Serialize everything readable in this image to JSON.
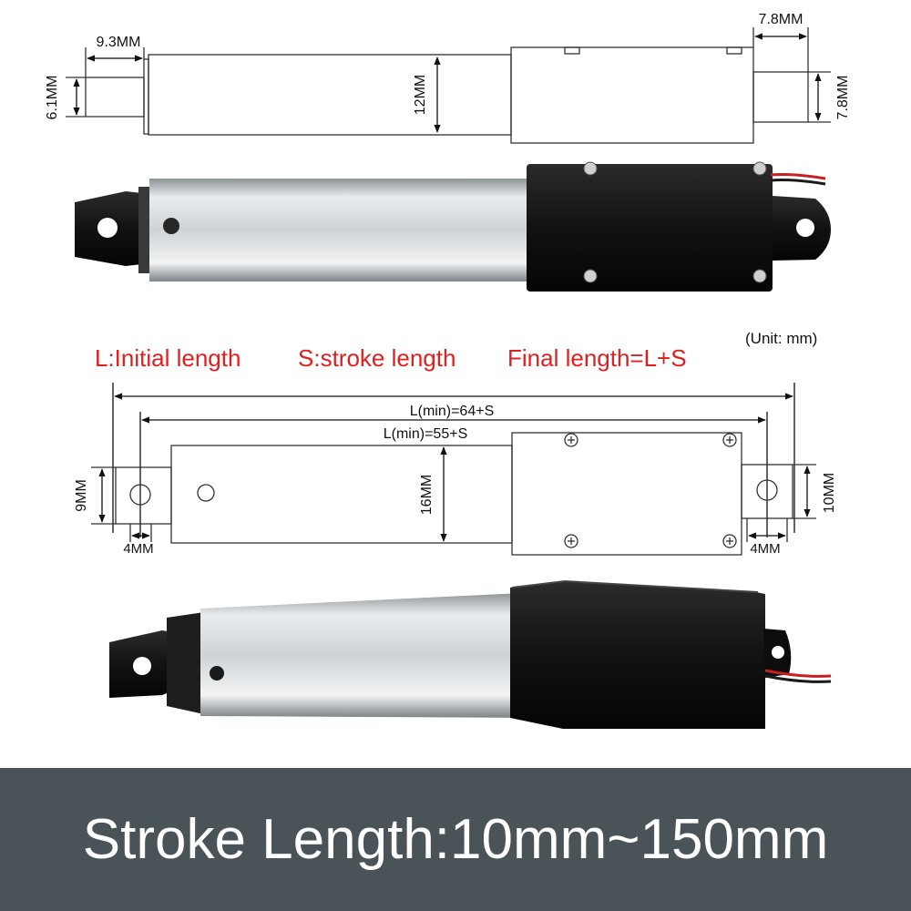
{
  "top_drawing": {
    "dim_rod_length": "9.3MM",
    "dim_rod_dia": "6.1MM",
    "dim_body": "12MM",
    "dim_motor_width": "7.8MM",
    "dim_motor_height": "7.8MM"
  },
  "legend": {
    "unit": "(Unit: mm)",
    "initial": "L:Initial length",
    "stroke": "S:stroke length",
    "final": "Final length=L+S"
  },
  "mid_drawing": {
    "dim_total": "L(min)=64+S",
    "dim_holes": "L(min)=55+S",
    "dim_tab_left": "9MM",
    "dim_hole_left": "4MM",
    "dim_body": "16MM",
    "dim_tab_right": "10MM",
    "dim_hole_right": "4MM"
  },
  "banner": {
    "text": "Stroke Length:10mm~150mm"
  },
  "colors": {
    "label_red": "#e02020",
    "banner_bg": "#4a5358",
    "body_black": "#141414",
    "tube_silver": "#d9dcdf"
  }
}
